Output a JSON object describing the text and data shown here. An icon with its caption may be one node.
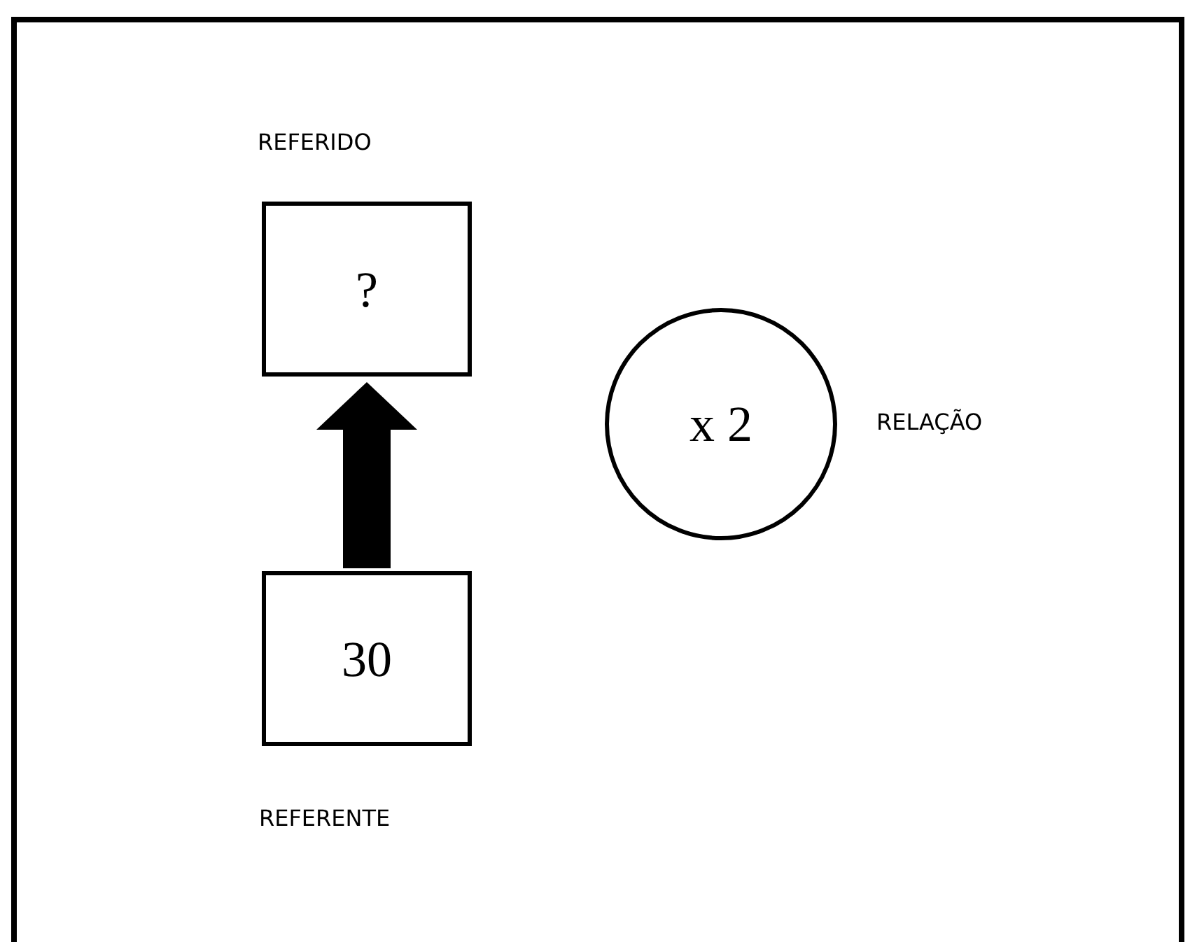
{
  "diagram": {
    "nodes": [
      {
        "text": [
          "REFERIDO",
          "?"
        ]
      },
      {
        "text": [
          "30"
        ],
        "beside": [
          "REFERENTE"
        ]
      },
      {
        "text": [
          "x 2"
        ],
        "beside": [
          "RELAÇÃO"
        ]
      }
    ],
    "edges": [
      {
        "from": 1,
        "to": 0,
        "arrow": "to"
      }
    ]
  }
}
